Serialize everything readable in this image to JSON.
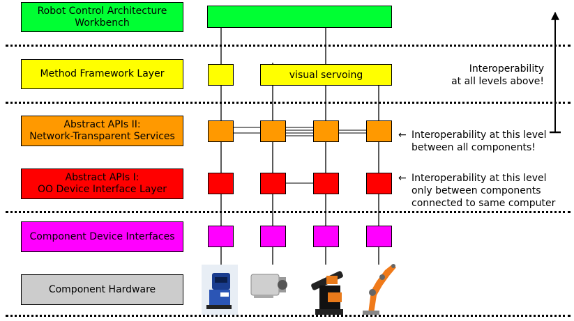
{
  "layers": {
    "workbench": {
      "line1": "Robot Control Architecture",
      "line2": "Workbench",
      "color": "#00ff33"
    },
    "method": {
      "label": "Method Framework Layer",
      "color": "#ffff00"
    },
    "apis2": {
      "line1": "Abstract APIs II:",
      "line2": "Network-Transparent Services",
      "color": "#ff9900"
    },
    "apis1": {
      "line1": "Abstract APIs I:",
      "line2": "OO Device Interface Layer",
      "color": "#ff0000"
    },
    "device": {
      "label": "Component Device Interfaces",
      "color": "#ff00ff"
    },
    "hardware": {
      "label": "Component Hardware",
      "color": "#cccccc"
    }
  },
  "boxes": {
    "visual_servoing": "visual servoing"
  },
  "notes": {
    "above": {
      "line1": "Interoperability",
      "line2": "at all levels above!"
    },
    "network": {
      "arrow": "←",
      "line1": "Interoperability at this level",
      "line2": "between all components!"
    },
    "local": {
      "arrow": "←",
      "line1": "Interoperability at this level",
      "line2": "only between components",
      "line3": "connected to same computer"
    }
  },
  "hardware_items": [
    {
      "name": "laser-scanner"
    },
    {
      "name": "camera"
    },
    {
      "name": "pan-tilt-unit"
    },
    {
      "name": "robot-arm"
    }
  ]
}
